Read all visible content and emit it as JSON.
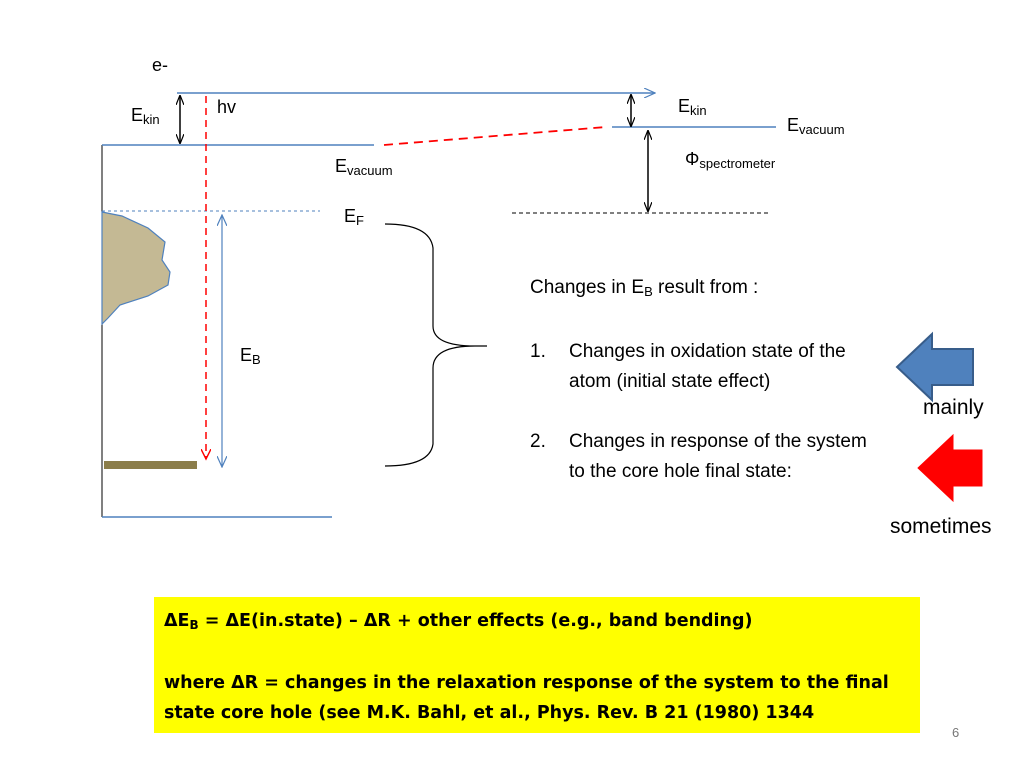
{
  "diagram": {
    "electron_label": "e-",
    "photon_label": "hv",
    "ekin_left": {
      "main": "E",
      "sub": "kin"
    },
    "ekin_right": {
      "main": "E",
      "sub": "kin"
    },
    "evac_sample": {
      "main": "E",
      "sub": "vacuum"
    },
    "evac_spectrometer": {
      "main": "E",
      "sub": "vacuum"
    },
    "phi_spectrometer": {
      "main": "Φ",
      "sub": "spectrometer"
    },
    "fermi": {
      "main": "E",
      "sub": "F"
    },
    "binding": {
      "main": "E",
      "sub": "B"
    },
    "colors": {
      "level_line": "#4f81bd",
      "photon_dashed": "#ff0000",
      "band_fill": "#c4b994",
      "core_level": "#8b7d4a"
    }
  },
  "changes": {
    "intro_prefix": "Changes in E",
    "intro_sub": "B",
    "intro_suffix": " result from :",
    "items": [
      {
        "num": "1.",
        "text": "Changes in oxidation state of the atom (initial state effect)"
      },
      {
        "num": "2.",
        "text": "Changes in response of the system  to the core hole final state:"
      }
    ]
  },
  "arrows": {
    "mainly_label": "mainly",
    "sometimes_label": "sometimes",
    "mainly_color": "#4f81bd",
    "sometimes_color": "#ff0000"
  },
  "formula": {
    "line1_prefix": "ΔE",
    "line1_sub": "B",
    "line1_suffix": " = ΔE(in.state) – ΔR + other effects (e.g., band bending)",
    "line2": " where ΔR = changes in the relaxation response of the system to the final state core hole (see M.K. Bahl, et al., Phys. Rev. B 21 (1980) 1344",
    "background": "#ffff00"
  },
  "page_number": "6"
}
